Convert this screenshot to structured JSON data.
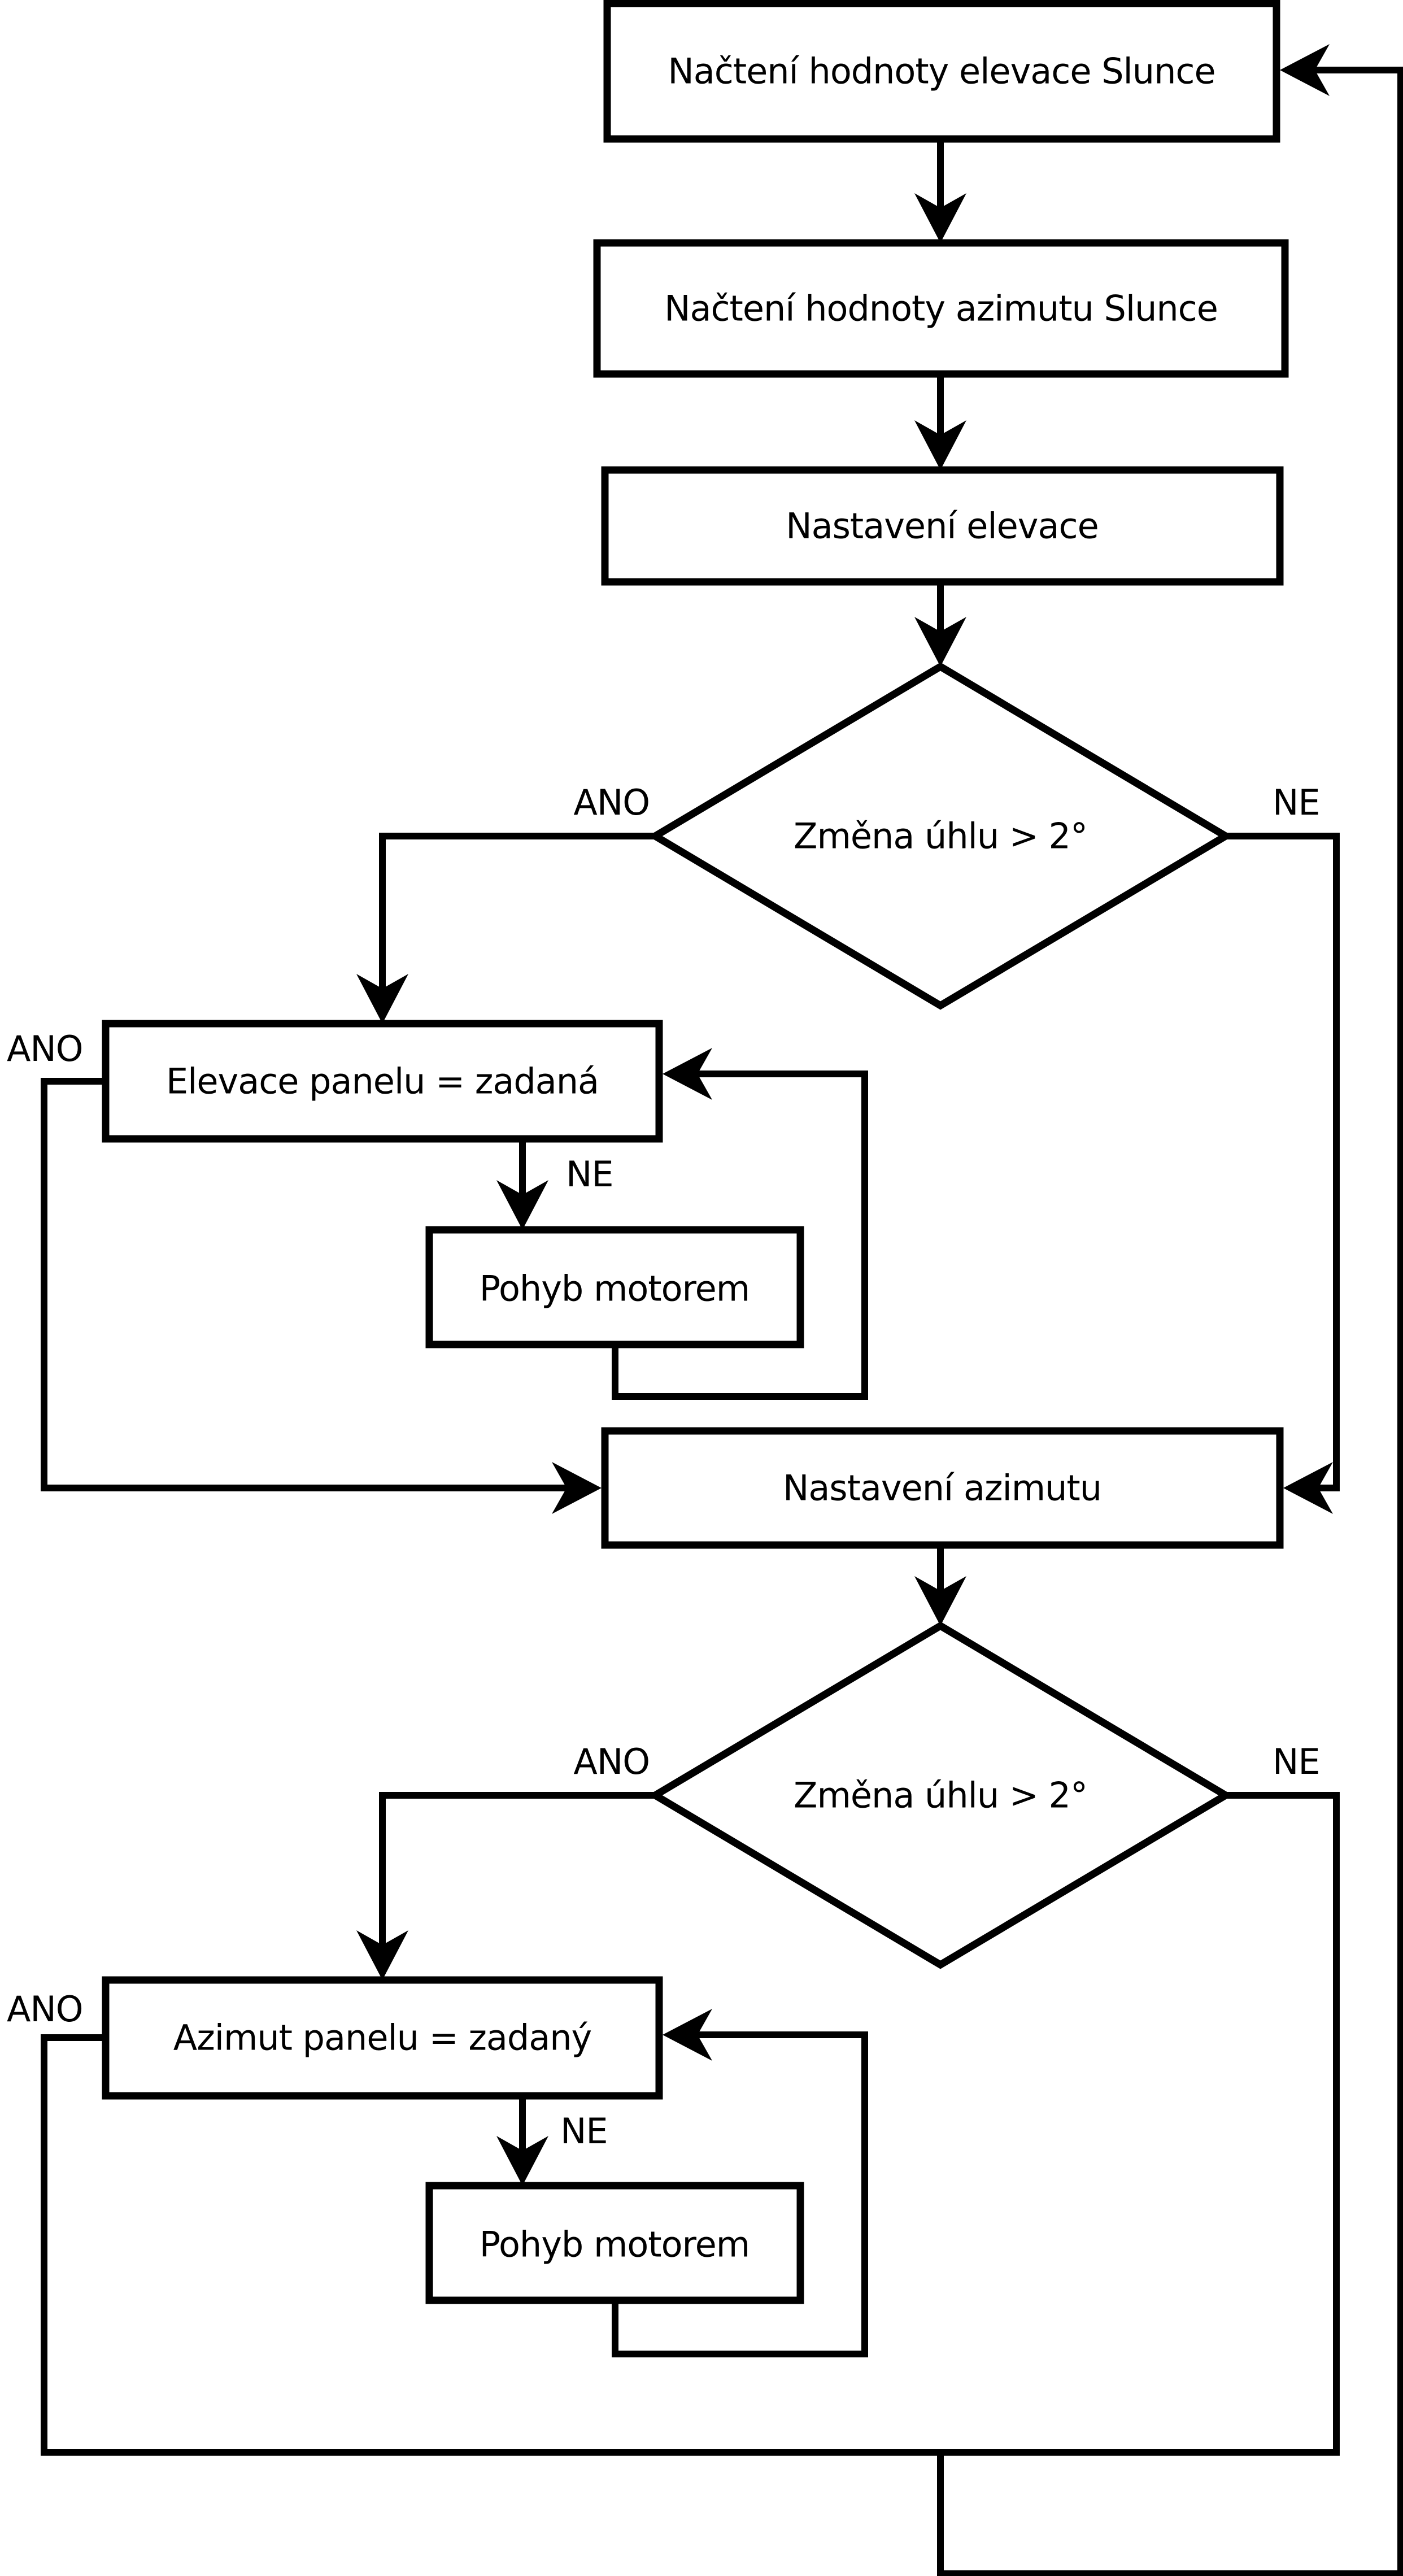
{
  "colors": {
    "ink": "#000000",
    "background": "#ffffff"
  },
  "flowchart": {
    "boxes": {
      "load_elevation": "Načtení hodnoty elevace Slunce",
      "load_azimuth": "Načtení hodnoty azimutu Slunce",
      "set_elevation": "Nastavení elevace",
      "elevation_check": "Změna úhlu > 2°",
      "panel_elevation": "Elevace panelu = zadaná",
      "motor_elevation": "Pohyb motorem",
      "set_azimuth": "Nastavení azimutu",
      "azimuth_check": "Změna úhlu > 2°",
      "panel_azimuth": "Azimut panelu = zadaný",
      "motor_azimuth": "Pohyb motorem"
    },
    "branch_labels": {
      "yes": "ANO",
      "no": "NE"
    }
  }
}
